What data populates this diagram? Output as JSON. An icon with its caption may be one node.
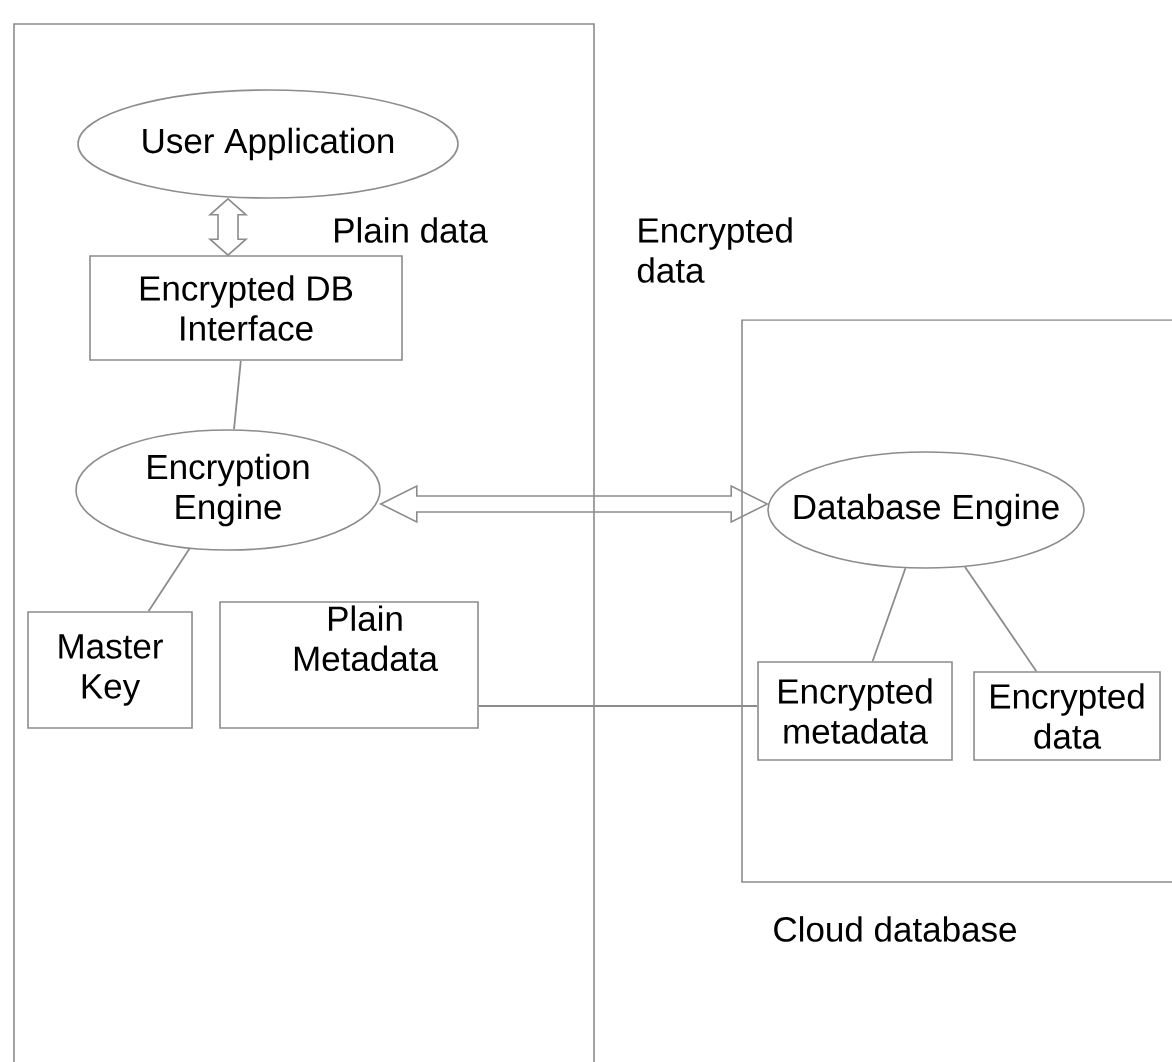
{
  "diagram": {
    "nodes": [
      {
        "text": [],
        "shape": "box"
      },
      {
        "text": [
          "User Application"
        ],
        "in": 0
      },
      {
        "text": [
          "Encrypted DB Interface"
        ],
        "in": 0
      },
      {
        "text": [
          "Encryption Engine"
        ],
        "in": 0
      },
      {
        "text": [
          "Master Key"
        ],
        "in": 0
      },
      {
        "text": [
          "Plain Metadata"
        ],
        "in": 0
      },
      {
        "text": [
          "Cloud database"
        ]
      },
      {
        "text": [
          "Database Engine"
        ],
        "in": 6
      },
      {
        "text": [
          "Encrypted metadata"
        ],
        "in": 6
      },
      {
        "text": [
          "Encrypted data"
        ],
        "in": 6
      }
    ],
    "edges": [
      {
        "from": 1,
        "to": 2,
        "arrow": "both"
      },
      {
        "from": 2,
        "to": 3,
        "arrow": "none"
      },
      {
        "from": 3,
        "to": 7,
        "arrow": "both"
      },
      {
        "from": 3,
        "to": 4,
        "arrow": "none"
      },
      {
        "from": 7,
        "to": 8,
        "arrow": "none"
      },
      {
        "from": 7,
        "to": 9,
        "arrow": "none"
      },
      {
        "from": 5,
        "to": 8,
        "arrow": "none"
      }
    ],
    "labels": [
      "Plain data",
      "Encrypted data"
    ]
  }
}
